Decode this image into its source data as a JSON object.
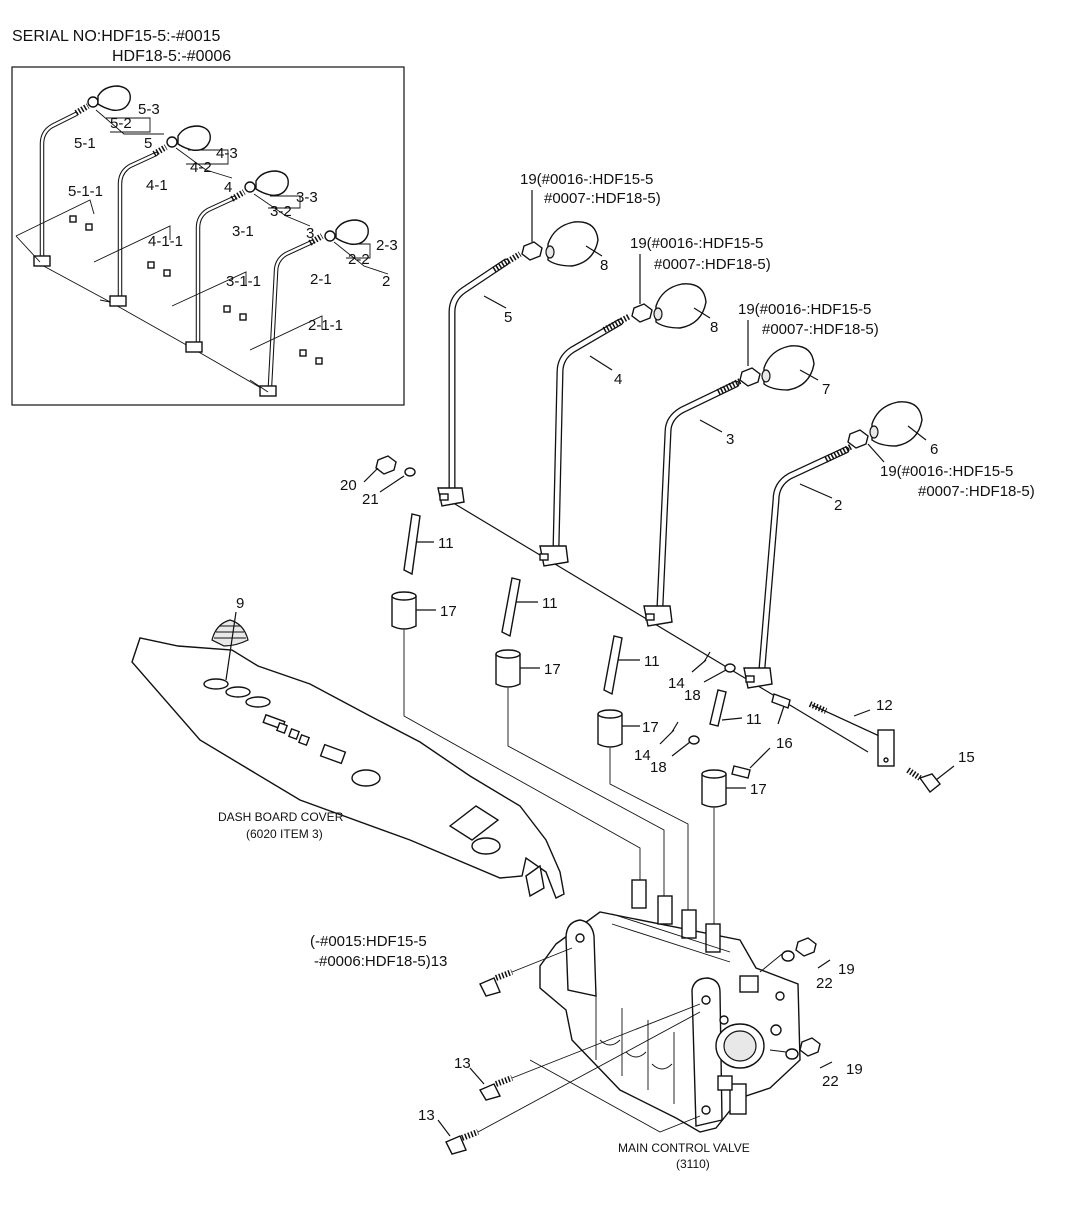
{
  "header": {
    "serial_line1": "SERIAL NO:HDF15-5:-#0015",
    "serial_line2": "HDF18-5:-#0006"
  },
  "inset": {
    "labels": {
      "l53": "5-3",
      "l52": "5-2",
      "l5": "5",
      "l51": "5-1",
      "l511": "5-1-1",
      "l43": "4-3",
      "l42": "4-2",
      "l4": "4",
      "l41": "4-1",
      "l411": "4-1-1",
      "l33": "3-3",
      "l32": "3-2",
      "l3": "3",
      "l31": "3-1",
      "l311": "3-1-1",
      "l23": "2-3",
      "l22": "2-2",
      "l2": "2",
      "l21": "2-1",
      "l211": "2-1-1"
    }
  },
  "callouts": {
    "p19a_l1": "19(#0016-:HDF15-5",
    "p19a_l2": "#0007-:HDF18-5)",
    "p19b_l1": "19(#0016-:HDF15-5",
    "p19b_l2": "#0007-:HDF18-5)",
    "p19c_l1": "19(#0016-:HDF15-5",
    "p19c_l2": "#0007-:HDF18-5)",
    "p19d_l1": "19(#0016-:HDF15-5",
    "p19d_l2": "#0007-:HDF18-5)",
    "p8a": "8",
    "p8b": "8",
    "p7": "7",
    "p6": "6",
    "p5": "5",
    "p4": "4",
    "p3": "3",
    "p2": "2",
    "p20": "20",
    "p21": "21",
    "p11a": "11",
    "p11b": "11",
    "p11c": "11",
    "p11d": "11",
    "p17a": "17",
    "p17b": "17",
    "p17c": "17",
    "p17d": "17",
    "p9": "9",
    "p14a": "14",
    "p18a": "18",
    "p14b": "14",
    "p18b": "18",
    "p12": "12",
    "p16": "16",
    "p15": "15",
    "p13a_l1": "(-#0015:HDF15-5",
    "p13a_l2": "-#0006:HDF18-5)13",
    "p13b": "13",
    "p13c": "13",
    "p22a": "22",
    "p19e": "19",
    "p22b": "22",
    "p19f": "19"
  },
  "captions": {
    "dash_l1": "DASH BOARD COVER",
    "dash_l2": "(6020 ITEM 3)",
    "valve_l1": "MAIN CONTROL VALVE",
    "valve_l2": "(3110)"
  }
}
